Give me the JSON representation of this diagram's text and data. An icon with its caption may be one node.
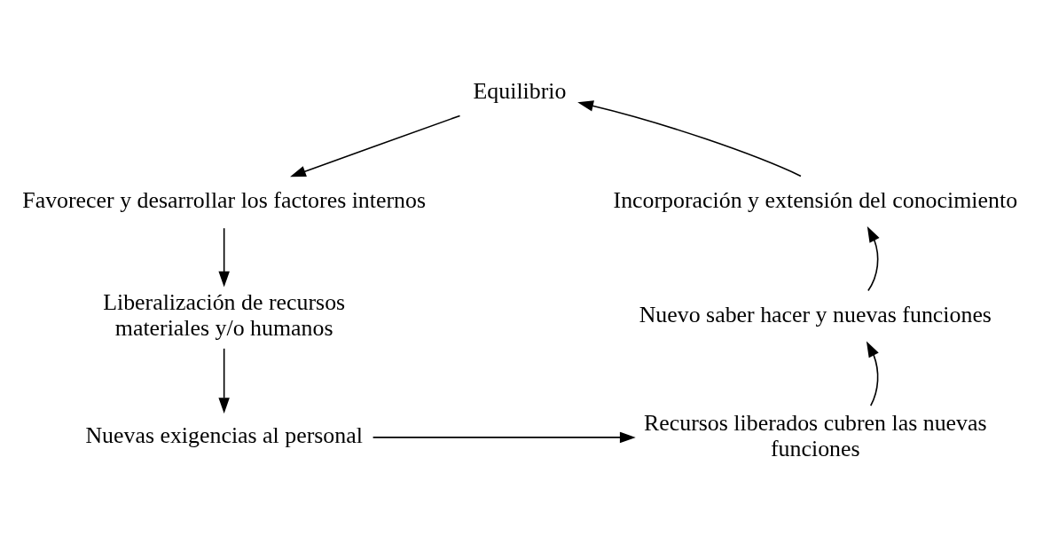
{
  "diagram": {
    "nodes": [
      {
        "text": [
          "Equilibrio"
        ]
      },
      {
        "text": [
          "Favorecer y desarrollar los factores internos"
        ]
      },
      {
        "text": [
          "Liberalización de recursos materiales y/o humanos"
        ]
      },
      {
        "text": [
          "Nuevas exigencias al personal"
        ]
      },
      {
        "text": [
          "Incorporación y extensión del conocimiento"
        ]
      },
      {
        "text": [
          "Nuevo saber hacer y nuevas funciones"
        ]
      },
      {
        "text": [
          "Recursos liberados cubren las nuevas funciones"
        ]
      }
    ],
    "edges": [
      {
        "from": 0,
        "to": 1,
        "arrow": "to"
      },
      {
        "from": 1,
        "to": 2,
        "arrow": "to"
      },
      {
        "from": 2,
        "to": 3,
        "arrow": "to"
      },
      {
        "from": 3,
        "to": 6,
        "arrow": "to"
      },
      {
        "from": 6,
        "to": 5,
        "arrow": "to"
      },
      {
        "from": 5,
        "to": 4,
        "arrow": "to"
      },
      {
        "from": 4,
        "to": 0,
        "arrow": "to"
      }
    ]
  }
}
